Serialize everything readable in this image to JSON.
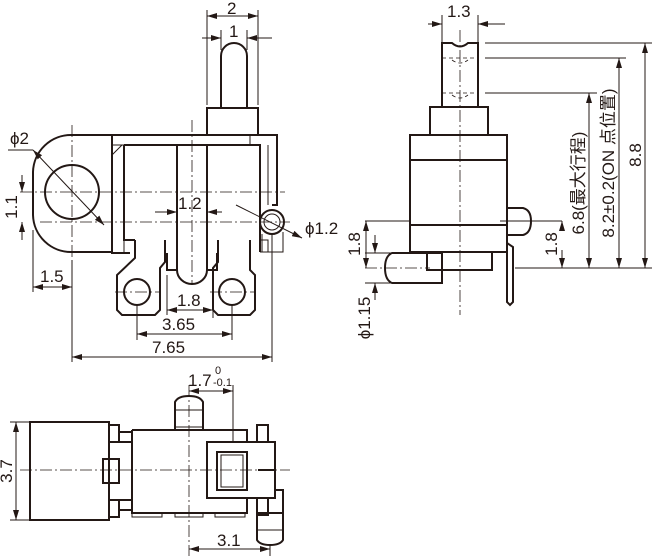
{
  "drawing": {
    "front_view": {
      "lever_width": "2",
      "lever_tip_width": "1",
      "hole_diameter": "ϕ2",
      "hole_offset": "1.1",
      "pin_width": "1.2",
      "small_hole_diameter": "ϕ1.2",
      "left_offset": "1.5",
      "terminal_gap": "1.8",
      "terminal_pitch": "3.65",
      "overall_width": "7.65"
    },
    "side_view": {
      "shaft_width": "1.3",
      "height_left": "1.8",
      "height_right": "1.8",
      "pin_diameter": "ϕ1.15",
      "max_travel": "6.8(最大行程)",
      "on_point": "8.2±0.2(ON 点位置)",
      "overall_height": "8.8"
    },
    "bottom_view": {
      "plunger_width": "1.7",
      "plunger_tol_upper": "0",
      "plunger_tol_lower": "-0.1",
      "height": "3.7",
      "offset": "3.1"
    }
  }
}
